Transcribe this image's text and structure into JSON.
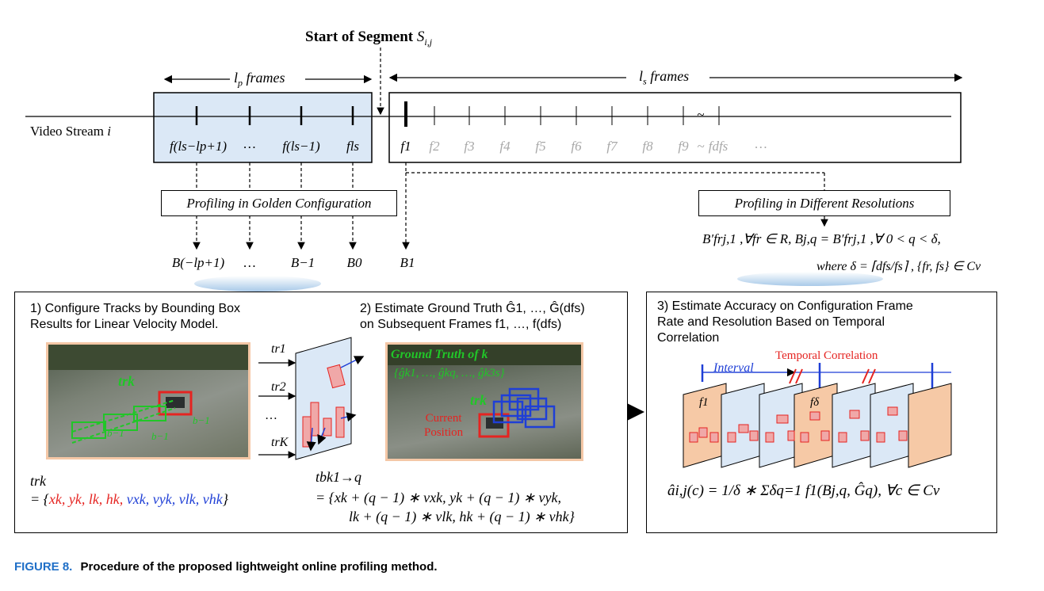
{
  "header": {
    "segment_start": "Start of Segment",
    "segment_symbol": "S",
    "segment_sub": "i,j",
    "lp_label": "l",
    "lp_sub": "p",
    "lp_suffix": " frames",
    "ls_label": "l",
    "ls_sub": "s",
    "ls_suffix": " frames",
    "stream_label": "Video Stream ",
    "stream_var": "i"
  },
  "frames_left": [
    "f(ls−lp+1)",
    "…",
    "f(ls−1)",
    "fls"
  ],
  "frames_right": [
    "f1",
    "f2",
    "f3",
    "f4",
    "f5",
    "f6",
    "f7",
    "f8",
    "f9",
    "~",
    "fdfs",
    "…"
  ],
  "profiling": {
    "golden": "Profiling in Golden Configuration",
    "resolutions": "Profiling in Different Resolutions",
    "bbox_left": [
      "B(−lp+1)",
      "…",
      "B−1",
      "B0",
      "B1"
    ],
    "res_formula_1": "B′frj,1 ,∀fr ∈ R,   Bj,q = B′frj,1 ,∀ 0 < q < δ,",
    "res_formula_2": "where δ = ⌈dfs/fs⌉ , {fr, fs} ∈ Cv"
  },
  "step1": {
    "title_line1": "1) Configure Tracks by Bounding Box",
    "title_line2": "Results for Linear Velocity Model.",
    "photo_label": "trk",
    "box_labels": [
      "b−1",
      "b−1",
      "b−1"
    ],
    "track_labels": [
      "tr1",
      "tr2",
      "…",
      "trK"
    ],
    "formula_head": "trk",
    "formula_eq": "= {",
    "formula_red": "xk, yk, lk, hk,",
    "formula_blue": " vxk, vyk, vlk, vhk",
    "formula_close": "}"
  },
  "step2": {
    "title_line1": "2) Estimate Ground Truth Ĝ1, …, Ĝ(dfs)",
    "title_line2": "on Subsequent Frames f1, …, f(dfs)",
    "gt_label": "Ground Truth of k",
    "gt_set": "{ĝk1, …, ĝkq, …, ĝk3s}",
    "photo_label": "trk",
    "current_position_1": "Current",
    "current_position_2": "Position",
    "formula_head": "tbk1→q",
    "formula_line1": "= {xk + (q − 1) ∗ vxk, yk + (q − 1) ∗ vyk,",
    "formula_line2": "lk + (q − 1) ∗ vlk, hk + (q − 1) ∗ vhk}"
  },
  "step3": {
    "title_line1": "3) Estimate Accuracy on Configuration Frame",
    "title_line2": "Rate and Resolution Based on Temporal",
    "title_line3": "Correlation",
    "interval": "Interval",
    "temporal": "Temporal Correlation",
    "frame_first": "f1",
    "frame_delta": "fδ",
    "formula": "âi,j(c) = 1/δ ∗ Σδq=1 f1(Bj,q, Ĝq), ∀c ∈ Cv"
  },
  "caption": {
    "label": "FIGURE 8.",
    "text": "Procedure of the proposed lightweight online profiling method."
  },
  "colors": {
    "accent_blue": "#1f6fc7",
    "left_box_fill": "#dbe8f6",
    "frame_orange": "#f6c9a6",
    "frame_blue": "#dbe8f6",
    "red": "#e52421",
    "blue": "#1f3fd6",
    "green": "#21c628"
  }
}
